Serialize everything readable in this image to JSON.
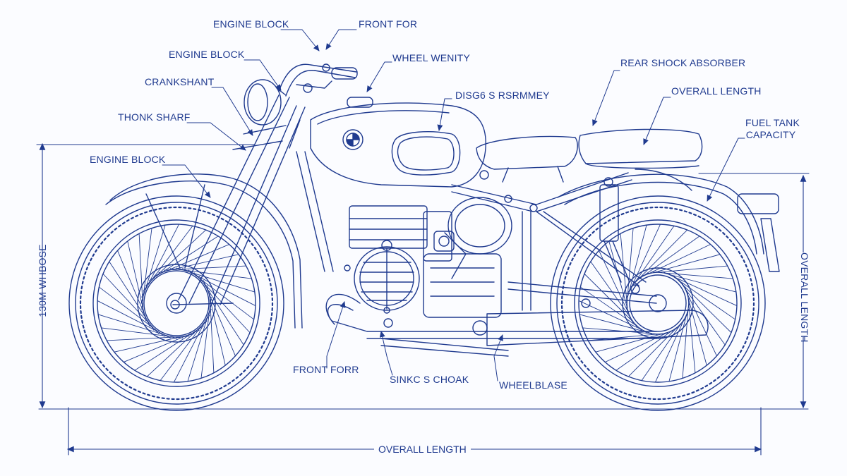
{
  "labels": {
    "engine_block_1": "ENGINE BLOCK",
    "front_for": "FRONT FOR",
    "engine_block_2": "ENGINE BLOCK",
    "wheel_wenity": "WHEEL WENITY",
    "crankshant": "CRANKSHANT",
    "disg6": "DISG6 S RSRMMEY",
    "thonk_share": "THONK SHARF",
    "engine_block_3": "ENGINE BLOCK",
    "rear_shock": "REAR SHOCK ABSORBER",
    "overall_length_top": "OVERALL LENGTH",
    "fuel_tank_1": "FUEL TANK",
    "fuel_tank_2": "CAPACITY",
    "front_forr": "FRONT FORR",
    "sinkc": "SINKC S CHOAK",
    "wheelblase": "WHEELBLASE"
  },
  "dimensions": {
    "left_vertical": "130M WHBOSE",
    "right_vertical": "OVERALL LENGTH",
    "bottom": "OVERALL LENGTH"
  },
  "colors": {
    "line": "#1f3a8f",
    "background": "#fbfcff"
  }
}
